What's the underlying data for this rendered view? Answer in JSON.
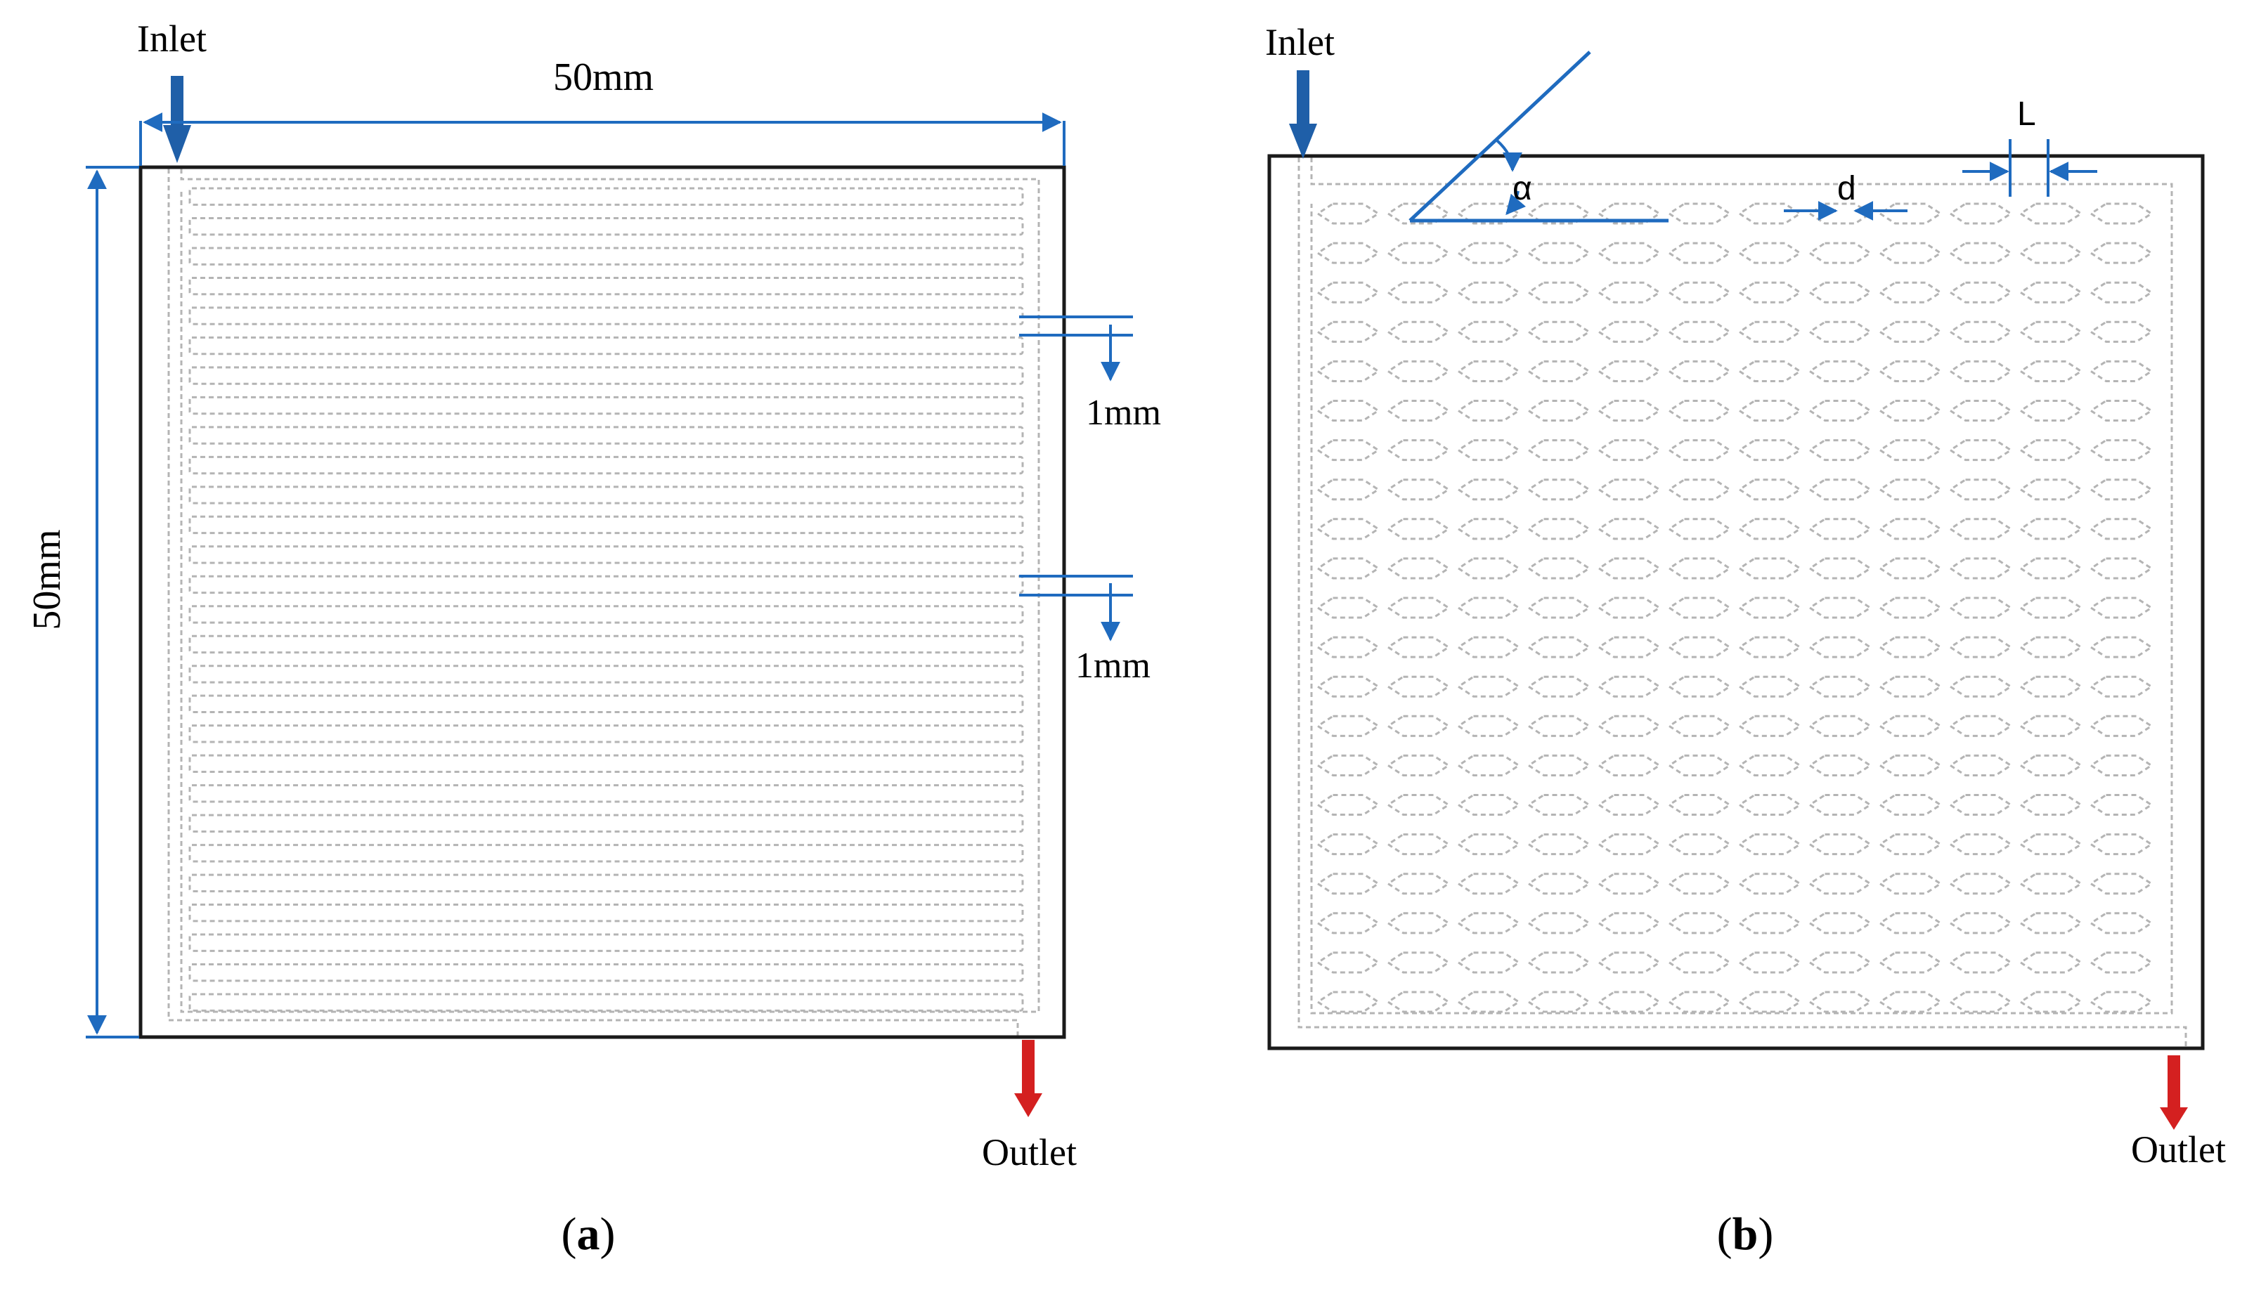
{
  "panel_a": {
    "inlet_label": "Inlet",
    "outlet_label": "Outlet",
    "width_label": "50mm",
    "height_label": "50mm",
    "spacing_label_1": "1mm",
    "spacing_label_2": "1mm",
    "caption_letter": "a",
    "channel_rows": 28
  },
  "panel_b": {
    "inlet_label": "Inlet",
    "outlet_label": "Outlet",
    "angle_label": "α",
    "gap_label": "d",
    "length_label": "L",
    "caption_letter": "b",
    "channel_rows": 21,
    "channel_segments_per_row": 12
  },
  "colors": {
    "frame": "#1a1a1a",
    "channel": "#b4b4b4",
    "dimension": "#1f6bbf",
    "inlet_arrow": "#1f5fa8",
    "outlet_arrow": "#d42020"
  }
}
